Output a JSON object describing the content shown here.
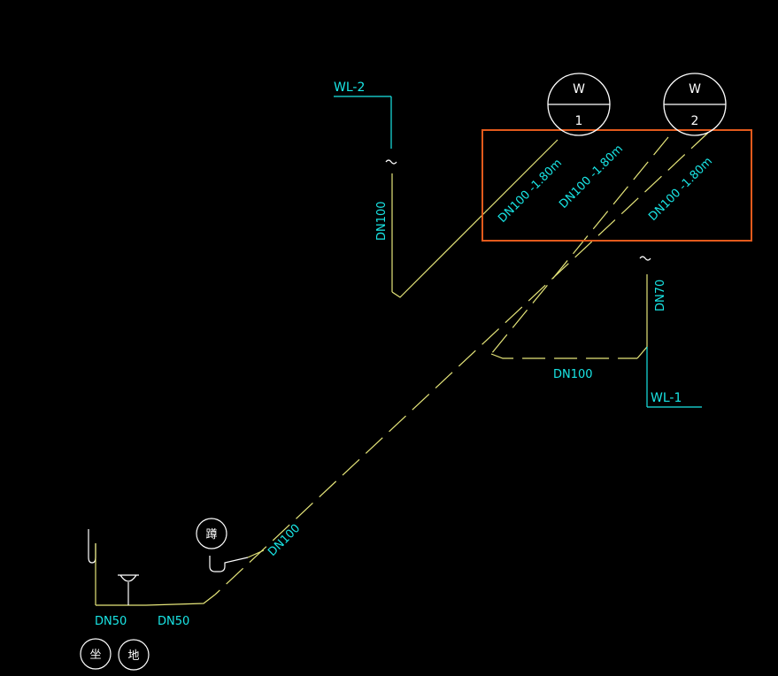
{
  "labels": {
    "wl2": "WL-2",
    "wl1": "WL-1",
    "dn100_vertical": "DN100",
    "dn70_vertical": "DN70",
    "dn100_horizontal": "DN100",
    "dn100_main_diag": "DN100",
    "dn50_left": "DN50",
    "dn50_right": "DN50",
    "diag1": "DN100 -1.80m",
    "diag2": "DN100 -1.80m",
    "diag3": "DN100 -1.80m"
  },
  "wells": [
    {
      "top": "W",
      "bottom": "1"
    },
    {
      "top": "W",
      "bottom": "2"
    }
  ],
  "fixtures": {
    "top_circle_glyph": "蹲",
    "bottom_left_glyph": "坐",
    "bottom_right_glyph": "地"
  },
  "highlight_color": "#e25a1c",
  "label_color": "#19e6e6",
  "pipe_color": "#e6e67a"
}
